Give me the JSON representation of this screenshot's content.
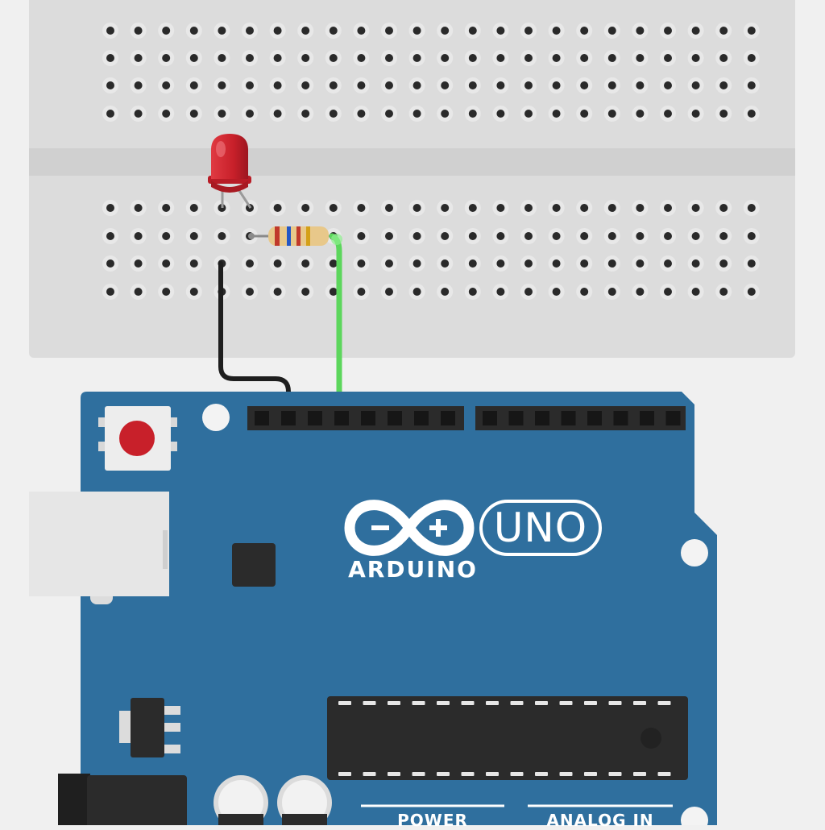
{
  "board": {
    "brand": "ARDUINO",
    "model": "UNO",
    "power_label": "POWER",
    "analog_label": "ANALOG IN"
  },
  "colors": {
    "background": "#f0f0f0",
    "breadboard": "#dcdcdc",
    "board_blue": "#2f6f9e",
    "header_black": "#2b2b2b",
    "led_red": "#c8202a",
    "wire_black": "#1e1e1e",
    "wire_green": "#5cd65c",
    "resistor_body": "#e8c88a"
  },
  "icons": {
    "led": "red-led-icon",
    "resistor": "resistor-icon",
    "reset": "reset-button-icon",
    "logo": "arduino-infinity-logo-icon"
  }
}
